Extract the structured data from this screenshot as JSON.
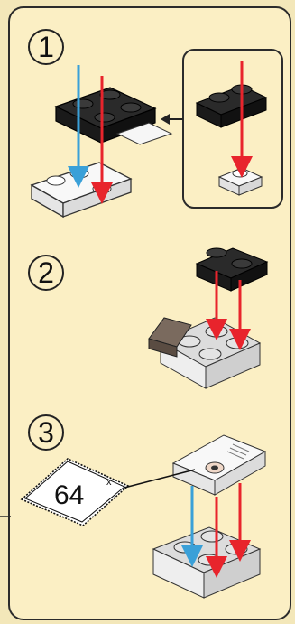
{
  "colors": {
    "panel_bg": "#fbefc4",
    "outer_bg": "#f3e7b9",
    "border": "#2b2b2b",
    "black_brick": "#1e1e1e",
    "white_brick": "#f5f5f5",
    "grey_brick": "#d4d4d4",
    "dark_slope": "#6b5c52",
    "red_arrow": "#e8242c",
    "blue_arrow": "#3aa0d8"
  },
  "steps": [
    {
      "number": "1"
    },
    {
      "number": "2"
    },
    {
      "number": "3"
    }
  ],
  "piece_count": {
    "quantity": "64",
    "unit_mark": "x"
  },
  "icons": [
    "arrow-left-icon",
    "arrow-down-red-icon",
    "arrow-down-blue-icon"
  ]
}
